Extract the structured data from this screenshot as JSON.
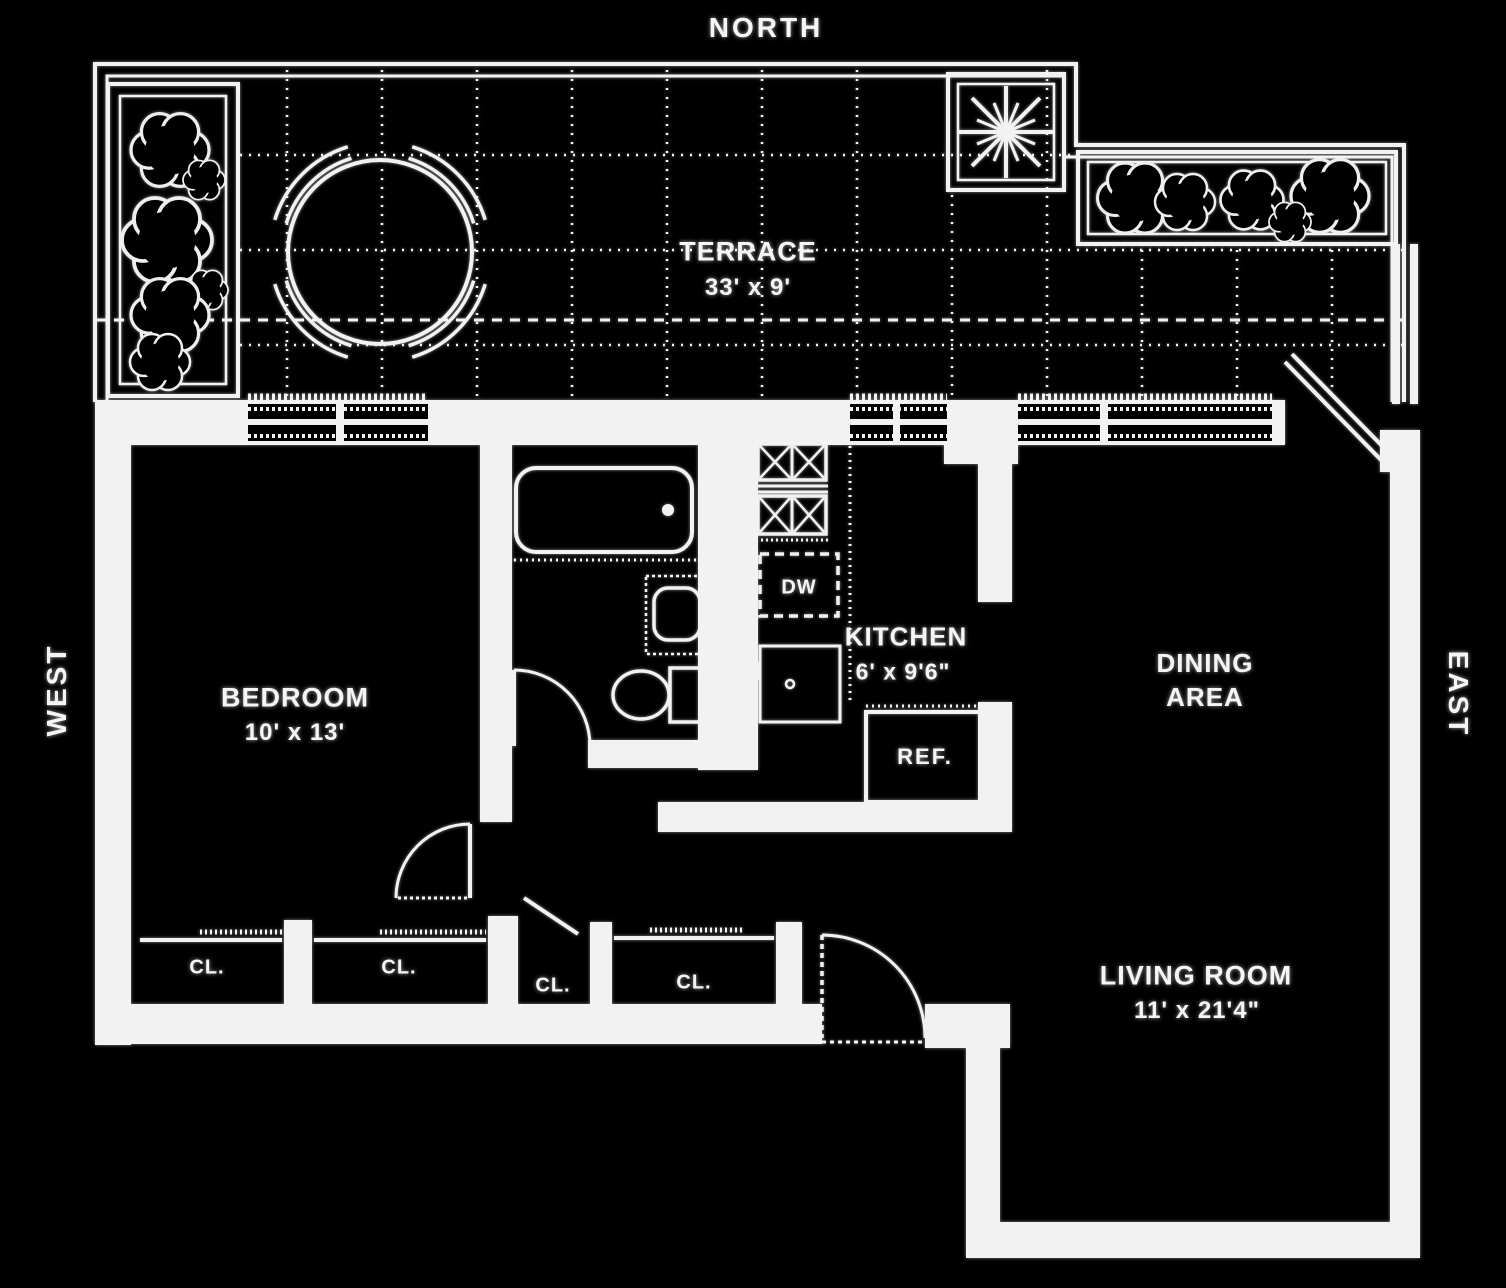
{
  "page": {
    "background": "#000000",
    "line_color": "#f2f2f2"
  },
  "compass": {
    "north": "NORTH",
    "west": "WEST",
    "east": "EAST"
  },
  "rooms": {
    "terrace": {
      "name": "TERRACE",
      "dims": "33' x 9'"
    },
    "bedroom": {
      "name": "BEDROOM",
      "dims": "10' x 13'"
    },
    "kitchen": {
      "name": "KITCHEN",
      "dims": "6' x 9'6\""
    },
    "dining_area": {
      "name": "DINING AREA"
    },
    "living_room": {
      "name": "LIVING ROOM",
      "dims": "11' x 21'4\""
    }
  },
  "appliances": {
    "dishwasher": "DW",
    "refrigerator": "REF."
  },
  "closets": [
    {
      "label": "CL."
    },
    {
      "label": "CL."
    },
    {
      "label": "CL."
    },
    {
      "label": "CL."
    }
  ]
}
